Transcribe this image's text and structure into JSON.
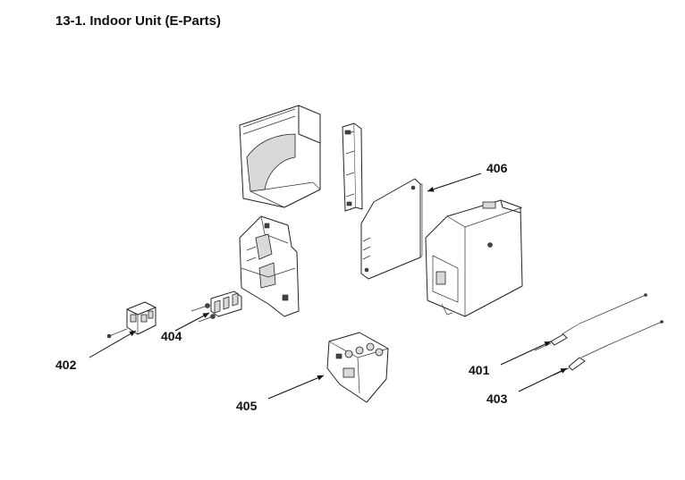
{
  "page": {
    "title": "13-1. Indoor Unit (E-Parts)"
  },
  "callouts": [
    {
      "id": "401",
      "label": "401"
    },
    {
      "id": "402",
      "label": "402"
    },
    {
      "id": "403",
      "label": "403"
    },
    {
      "id": "404",
      "label": "404"
    },
    {
      "id": "405",
      "label": "405"
    },
    {
      "id": "406",
      "label": "406"
    }
  ],
  "colors": {
    "line": "#222222",
    "fill": "#ffffff",
    "shade": "#d9d9d9"
  }
}
